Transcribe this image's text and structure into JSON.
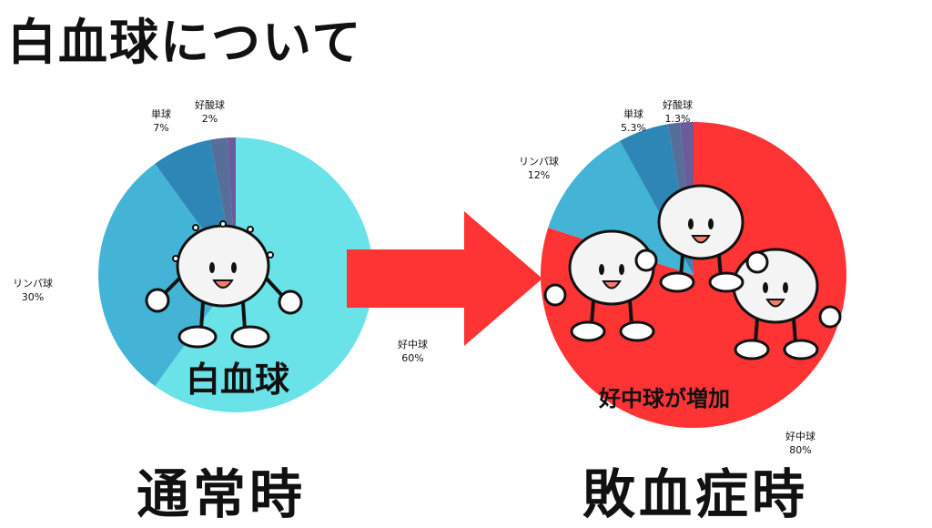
{
  "title": "白血球について",
  "left_label": "通常時",
  "right_label": "敗血症時",
  "left_caption": "白血球",
  "right_caption": "好中球が増加",
  "colors": {
    "neutrophil_normal": "#6ae3e8",
    "lymphocyte": "#44b4d6",
    "monocyte": "#2e86b6",
    "eosinophil": "#556e9a",
    "basophil": "#6b5a9c",
    "neutrophil_sepsis": "#fe3333",
    "arrow": "#fe3333"
  },
  "labels": {
    "left_neutrophil": {
      "name": "好中球",
      "pct": "60%"
    },
    "left_lymph": {
      "name": "リンパ球",
      "pct": "30%"
    },
    "left_mono": {
      "name": "単球",
      "pct": "7%"
    },
    "left_eos": {
      "name": "好酸球",
      "pct": "2%"
    },
    "right_neutrophil": {
      "name": "好中球",
      "pct": "80%"
    },
    "right_lymph": {
      "name": "リンパ球",
      "pct": "12%"
    },
    "right_mono": {
      "name": "単球",
      "pct": "5.3%"
    },
    "right_eos": {
      "name": "好酸球",
      "pct": "1.3%"
    }
  },
  "chart_data": [
    {
      "type": "pie",
      "title": "通常時",
      "categories": [
        "好中球",
        "リンパ球",
        "単球",
        "好酸球",
        ""
      ],
      "values": [
        60,
        30,
        7,
        2,
        1
      ]
    },
    {
      "type": "pie",
      "title": "敗血症時",
      "categories": [
        "好中球",
        "リンパ球",
        "単球",
        "好酸球",
        ""
      ],
      "values": [
        80,
        12,
        5.3,
        1.3,
        1.4
      ]
    }
  ]
}
